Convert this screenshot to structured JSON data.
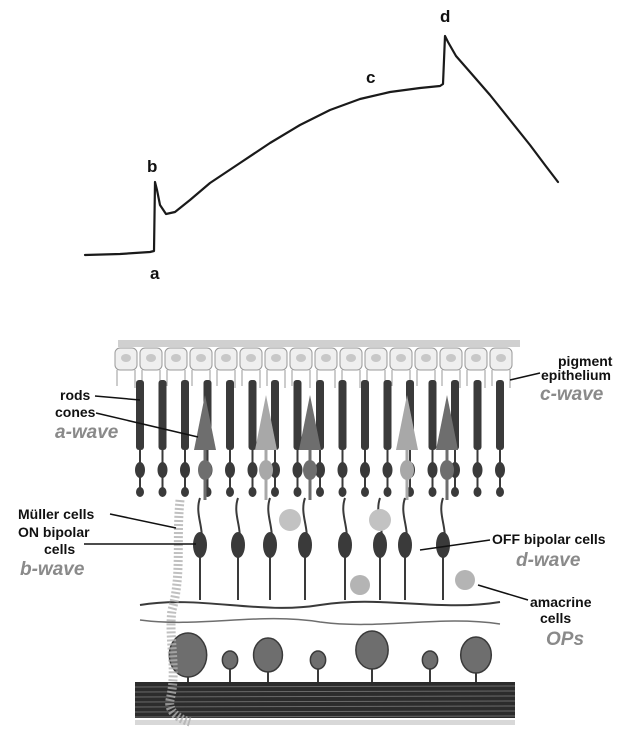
{
  "erg_trace": {
    "peaks": {
      "a": "a",
      "b": "b",
      "c": "c",
      "d": "d"
    }
  },
  "retina": {
    "pigment": {
      "line1": "pigment",
      "line2": "epithelium",
      "wave": "c-wave"
    },
    "rods_cones": {
      "rods": "rods",
      "cones": "cones",
      "wave": "a-wave"
    },
    "muller": {
      "label": "Müller cells"
    },
    "on_bipolar": {
      "line1": "ON bipolar",
      "line2": "cells",
      "wave": "b-wave"
    },
    "off_bipolar": {
      "label": "OFF bipolar cells",
      "wave": "d-wave"
    },
    "amacrine": {
      "line1": "amacrine",
      "line2": "cells",
      "wave": "OPs"
    }
  },
  "colors": {
    "trace": "#1a1a1a",
    "wave_label": "#8a8a8a",
    "cell_dark": "#3a3a3a",
    "cell_mid": "#6e6e6e",
    "cone_light": "#a8a8a8"
  }
}
